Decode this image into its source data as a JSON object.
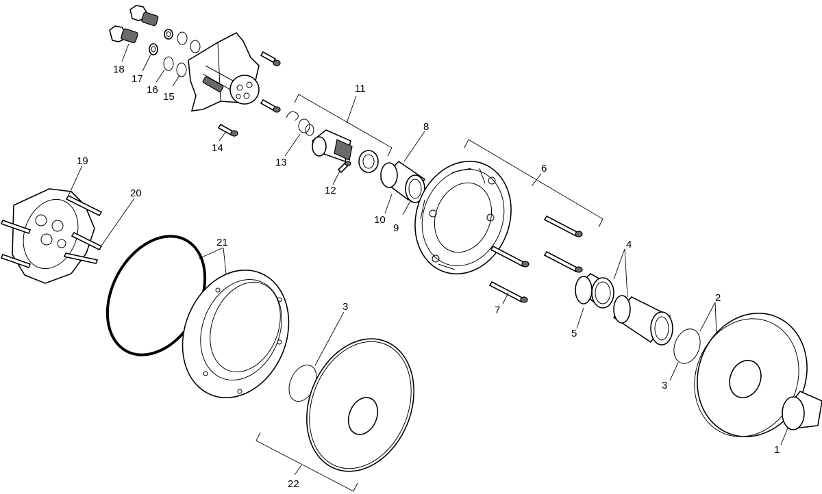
{
  "callouts": {
    "c1": "1",
    "c2": "2",
    "c3a": "3",
    "c3b": "3",
    "c4": "4",
    "c5": "5",
    "c6": "6",
    "c7": "7",
    "c8": "8",
    "c9": "9",
    "c10": "10",
    "c11": "11",
    "c12": "12",
    "c13": "13",
    "c14": "14",
    "c15": "15",
    "c16": "16",
    "c17": "17",
    "c18": "18",
    "c19": "19",
    "c20": "20",
    "c21": "21",
    "c22": "22"
  },
  "colors": {
    "line": "#000000",
    "background": "#ffffff",
    "shade": "#6a6a6a"
  }
}
